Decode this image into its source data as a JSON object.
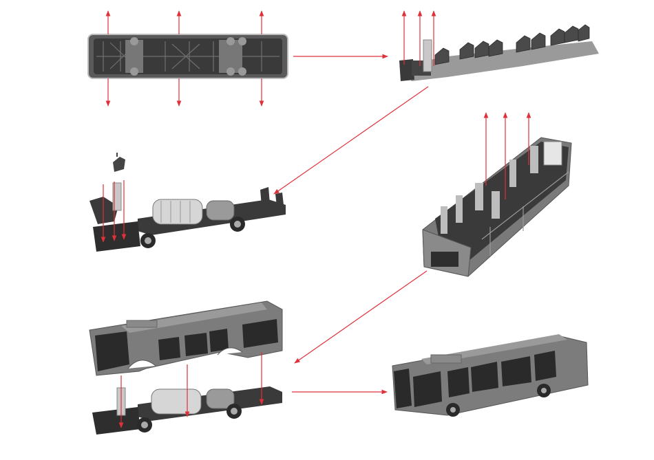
{
  "diagram": {
    "title": "",
    "colors": {
      "arrow": "#e0303a",
      "plastic_dark": "#2f2f2f",
      "plastic_mid": "#555555",
      "plastic_light": "#8c8c8c",
      "bus_body": "#7c7c7c",
      "bus_body_light": "#9a9a9a",
      "window": "#2a2a2a",
      "background": "#ffffff"
    },
    "steps": [
      {
        "id": "step-1",
        "component": "chassis-floor-underside"
      },
      {
        "id": "step-2",
        "component": "interior-seats-floor"
      },
      {
        "id": "step-3",
        "component": "chassis-with-seat-cluster"
      },
      {
        "id": "step-4",
        "component": "bus-interior-shell"
      },
      {
        "id": "step-5",
        "component": "body-over-chassis-assembly"
      },
      {
        "id": "step-6",
        "component": "finished-city-bus"
      }
    ],
    "flow_arrows": [
      {
        "from": "step-1",
        "to": "step-2"
      },
      {
        "from": "step-2",
        "to": "step-3"
      },
      {
        "from": "step-4",
        "to": "step-5"
      },
      {
        "from": "step-5",
        "to": "step-6"
      }
    ]
  }
}
